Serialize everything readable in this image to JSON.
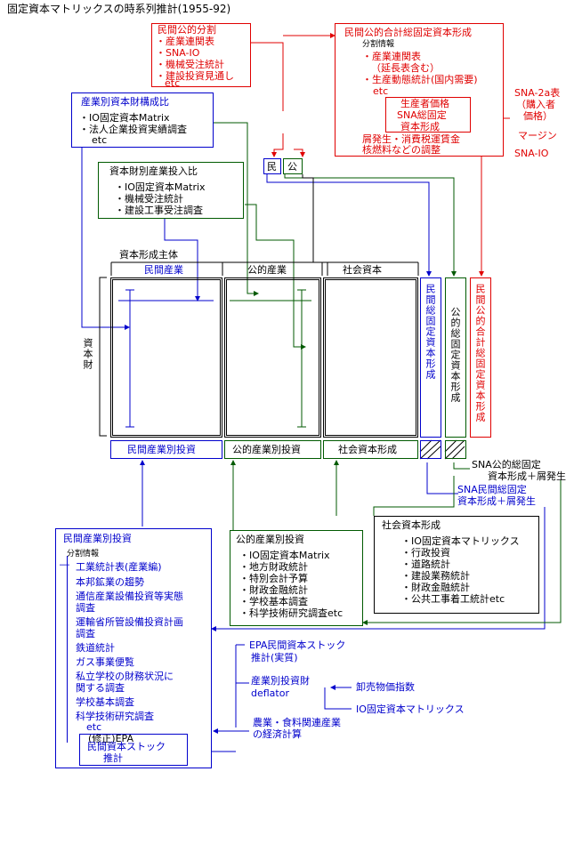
{
  "title": "固定資本マトリックスの時系列推計(1955-92)",
  "red_left": {
    "title": "民間公的分割",
    "items": [
      "・産業連関表",
      "・SNA-IO",
      "・機械受注統計",
      "・建設投資見通し"
    ],
    "etc": "etc"
  },
  "red_right": {
    "title": "民間公的合計総固定資本形成",
    "note": "分割情報",
    "items": [
      "・産業連関表",
      "（延長表含む）",
      "・生産動態統計(国内需要)"
    ],
    "etc": "etc",
    "inner_lines": [
      "生産者価格",
      "SNA総固定",
      "資本形成"
    ],
    "bottom_lines": [
      "屑発生・消費税運賃金",
      "核燃料などの調整"
    ]
  },
  "sna_side": {
    "sna2a": [
      "SNA-2a表",
      "（購入者",
      "価格）"
    ],
    "margin": "マージン",
    "snaio": "SNA-IO"
  },
  "min_label": "民",
  "ko_label": "公",
  "industry_ratio": {
    "title": "産業別資本財構成比",
    "items": [
      "・IO固定資本Matrix",
      "・法人企業投資実績調査"
    ],
    "etc": "etc"
  },
  "capital_goods_ratio": {
    "title": "資本財別産業投入比",
    "items": [
      "・IO固定資本Matrix",
      "・機械受注統計",
      "・建設工事受注調査"
    ]
  },
  "matrix": {
    "subject_label": "資本形成主体",
    "col_private": "民間産業",
    "col_public": "公的産業",
    "col_social": "社会資本",
    "row_label": "資本財",
    "v_private": "民間総固定資本形成",
    "v_public": "公的総固定資本形成",
    "v_total": "民間公的合計総固定資本形成",
    "bottom_private": "民間産業別投資",
    "bottom_public": "公的産業別投資",
    "bottom_social": "社会資本形成"
  },
  "sna_public_note": [
    "SNA公的総固定",
    "資本形成＋屑発生"
  ],
  "sna_private_note": [
    "SNA民間総固定",
    "資本形成＋屑発生"
  ],
  "social_box": {
    "title": "社会資本形成",
    "items": [
      "・IO固定資本マトリックス",
      "・行政投資",
      "・道路統計",
      "・建設業務統計",
      "・財政金融統計",
      "・公共工事着工統計etc"
    ]
  },
  "public_box": {
    "title": "公的産業別投資",
    "items": [
      "・IO固定資本Matrix",
      "・地方財政統計",
      "・特別会計予算",
      "・財政金融統計",
      "・学校基本調査",
      "・科学技術研究調査etc"
    ]
  },
  "private_box": {
    "title": "民間産業別投資",
    "note": "分割情報",
    "items": [
      "工業統計表(産業編)",
      "本邦鉱業の趨勢",
      "通信産業設備投資等実態",
      "調査",
      "運輸省所管設備投資計画",
      "調査",
      "鉄道統計",
      "ガス事業便覧",
      "私立学校の財務状況に",
      "関する調査",
      "学校基本調査",
      "科学技術研究調査",
      "etc"
    ],
    "epa_lines": [
      "(修正)EPA",
      "民間資本ストック",
      "推計"
    ]
  },
  "epa_stock": [
    "EPA民間資本ストック",
    "推計(実質)"
  ],
  "deflator": [
    "産業別投資財",
    "deflator"
  ],
  "wpi": "卸売物価指数",
  "io_matrix": "IO固定資本マトリックス",
  "agri": [
    "農業・食料関連産業",
    "の経済計算"
  ]
}
